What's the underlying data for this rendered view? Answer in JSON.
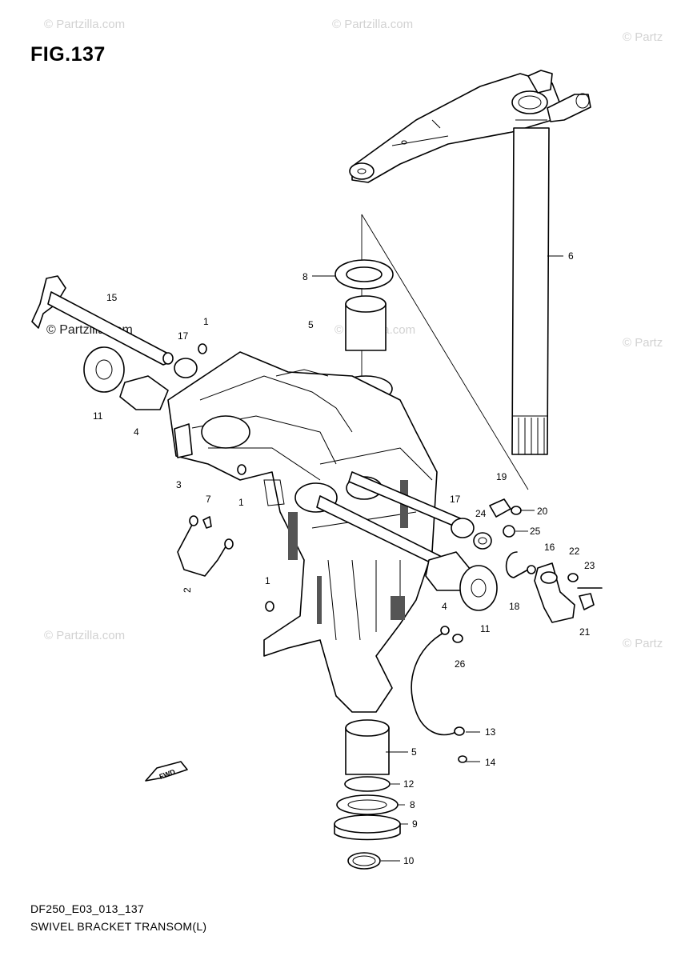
{
  "figure": {
    "title": "FIG.137"
  },
  "watermarks": [
    "© Partzilla.com",
    "© Partzilla.com",
    "© Partz",
    "© Partzilla.com",
    "© Partzilla.com",
    "© Partz",
    "© Partzilla.com",
    "© Partz"
  ],
  "callouts": {
    "c1a": "1",
    "c1b": "1",
    "c1c": "1",
    "c2": "2",
    "c3": "3",
    "c4a": "4",
    "c4b": "4",
    "c5a": "5",
    "c5b": "5",
    "c6": "6",
    "c7": "7",
    "c8a": "8",
    "c8b": "8",
    "c9": "9",
    "c10": "10",
    "c11a": "11",
    "c11b": "11",
    "c12": "12",
    "c13": "13",
    "c14": "14",
    "c15": "15",
    "c16": "16",
    "c17a": "17",
    "c17b": "17",
    "c18": "18",
    "c19": "19",
    "c20": "20",
    "c21": "21",
    "c22": "22",
    "c23": "23",
    "c24": "24",
    "c25": "25",
    "c26": "26",
    "fwd": "FWD"
  },
  "footer": {
    "code": "DF250_E03_013_137",
    "name": "SWIVEL BRACKET TRANSOM(L)"
  }
}
